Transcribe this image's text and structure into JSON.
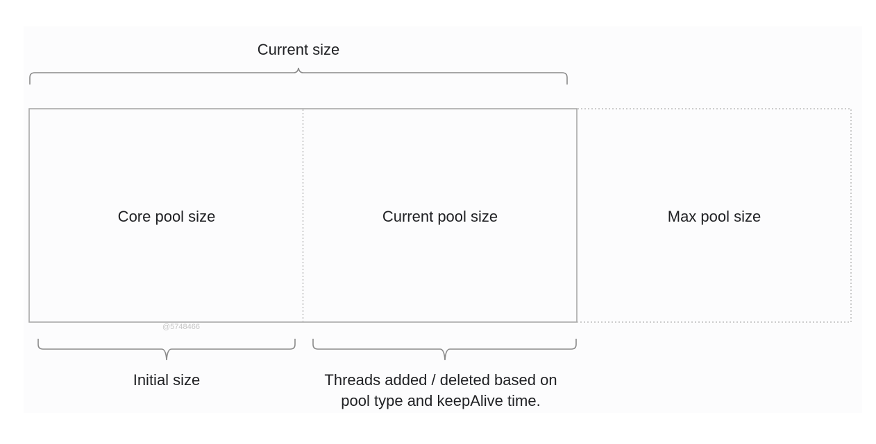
{
  "top_brace": {
    "label": "Current size"
  },
  "segments": {
    "core": {
      "label": "Core pool size"
    },
    "current": {
      "label": "Current pool size"
    },
    "max": {
      "label": "Max pool size"
    }
  },
  "bottom_braces": {
    "initial": {
      "label": "Initial size"
    },
    "threads": {
      "line1": "Threads added / deleted based on",
      "line2": "pool type and keepAlive time."
    }
  },
  "watermark": "@5748466",
  "colors": {
    "line": "#9e9e9e",
    "text": "#202124",
    "background": "#fcfcfd"
  }
}
